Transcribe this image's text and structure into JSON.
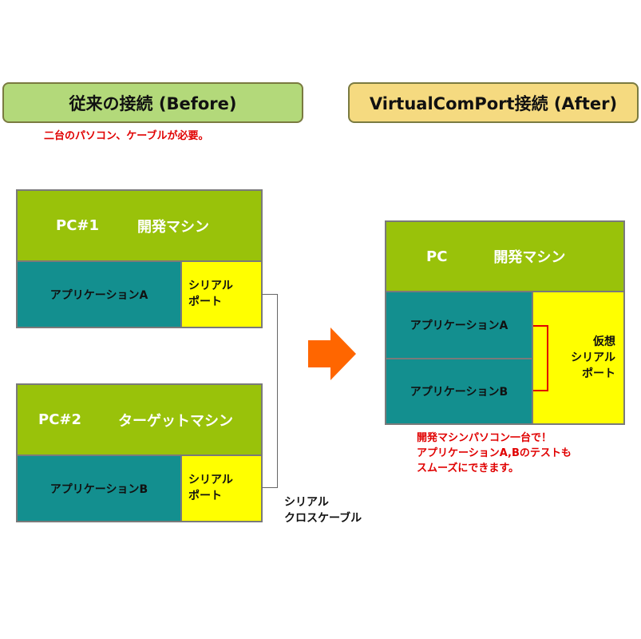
{
  "before": {
    "title": "従来の接続 (Before)",
    "note": "二台のパソコン、ケーブルが必要。",
    "pc1": {
      "name": "PC#1",
      "role": "開発マシン",
      "app": "アプリケーションA",
      "port_line1": "シリアル",
      "port_line2": "ポート"
    },
    "pc2": {
      "name": "PC#2",
      "role": "ターゲットマシン",
      "app": "アプリケーションB",
      "port_line1": "シリアル",
      "port_line2": "ポート"
    },
    "cable_line1": "シリアル",
    "cable_line2": "クロスケーブル"
  },
  "after": {
    "title": "VirtualComPort接続 (After)",
    "pc": {
      "name": "PC",
      "role": "開発マシン",
      "app_a": "アプリケーションA",
      "app_b": "アプリケーションB",
      "port_line1": "仮想",
      "port_line2": "シリアル",
      "port_line3": "ポート"
    },
    "note_line1": "開発マシンパソコン一台で！",
    "note_line2": "アプリケーションA,Bのテストも",
    "note_line3": "スムーズにできます。"
  },
  "colors": {
    "before_header": "#b3d97a",
    "after_header": "#f5da80",
    "green": "#99c20a",
    "teal": "#138f8f",
    "yellow": "#ffff00",
    "arrow": "#ff6600",
    "red": "#e00000"
  }
}
